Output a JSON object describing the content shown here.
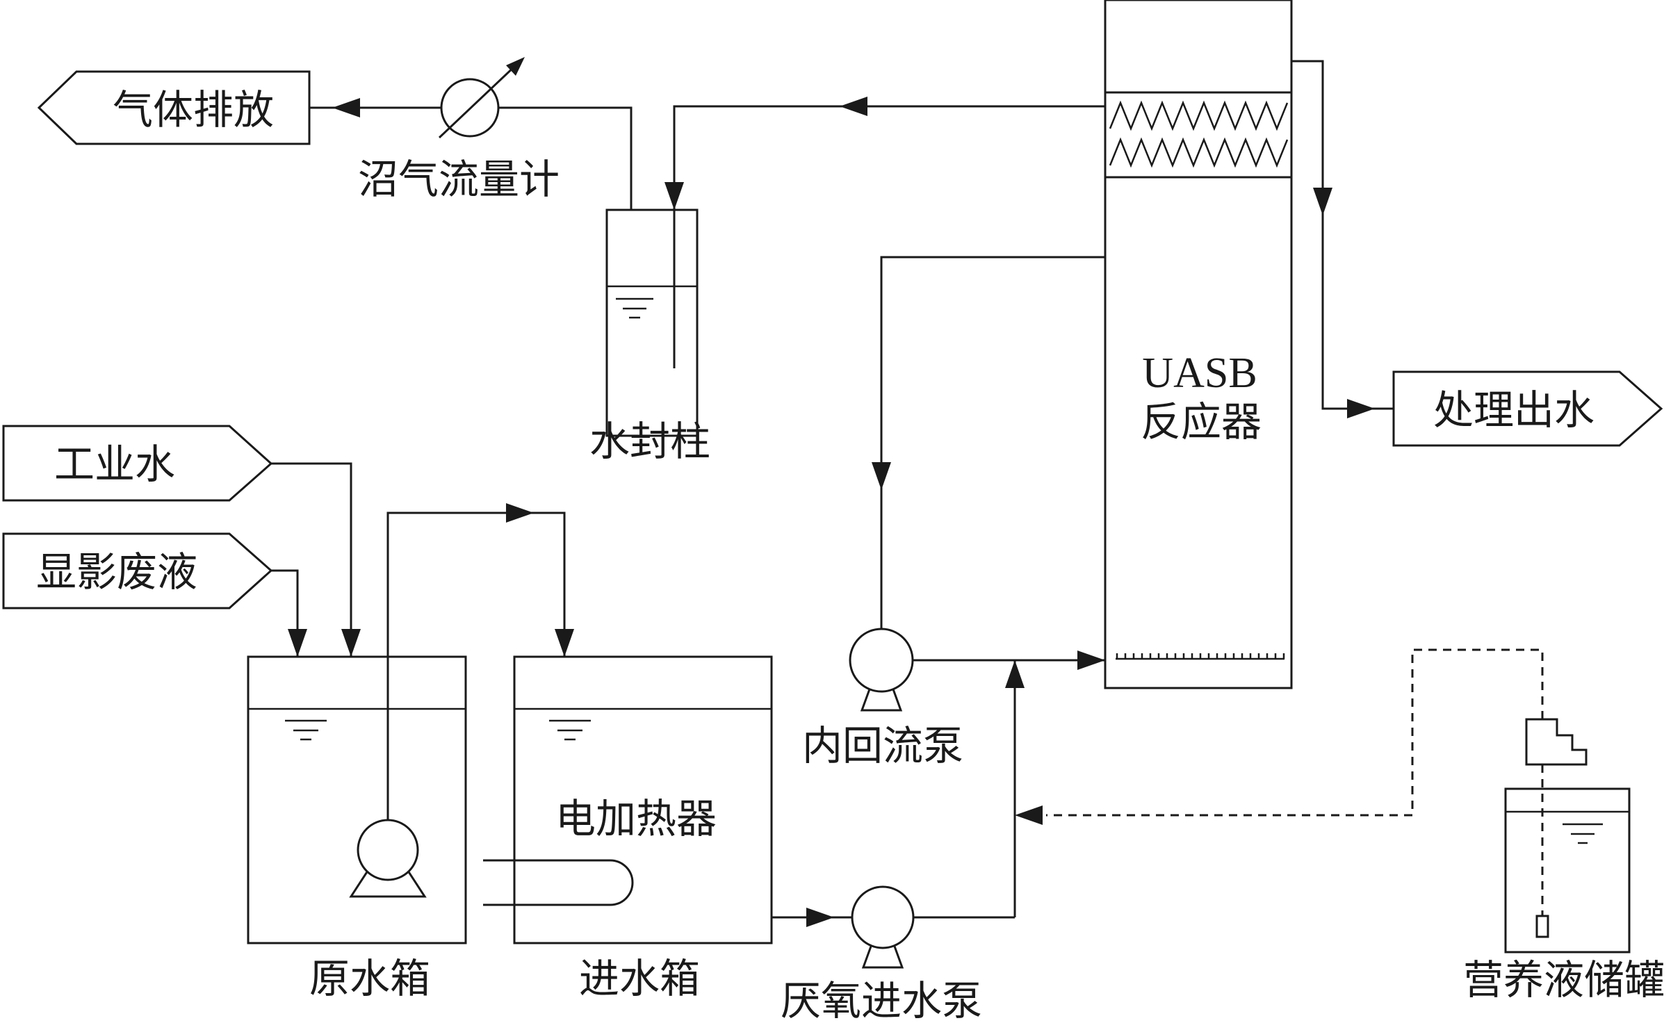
{
  "labels": {
    "gas_discharge": "气体排放",
    "biogas_meter": "沼气流量计",
    "water_seal": "水封柱",
    "industrial_water": "工业水",
    "developer_waste": "显影废液",
    "raw_tank": "原水箱",
    "inlet_tank": "进水箱",
    "electric_heater": "电加热器",
    "anaerobic_pump": "厌氧进水泵",
    "recirc_pump": "内回流泵",
    "uasb_line1": "UASB",
    "uasb_line2": "反应器",
    "treated_effluent": "处理出水",
    "nutrient_tank": "营养液储罐"
  }
}
